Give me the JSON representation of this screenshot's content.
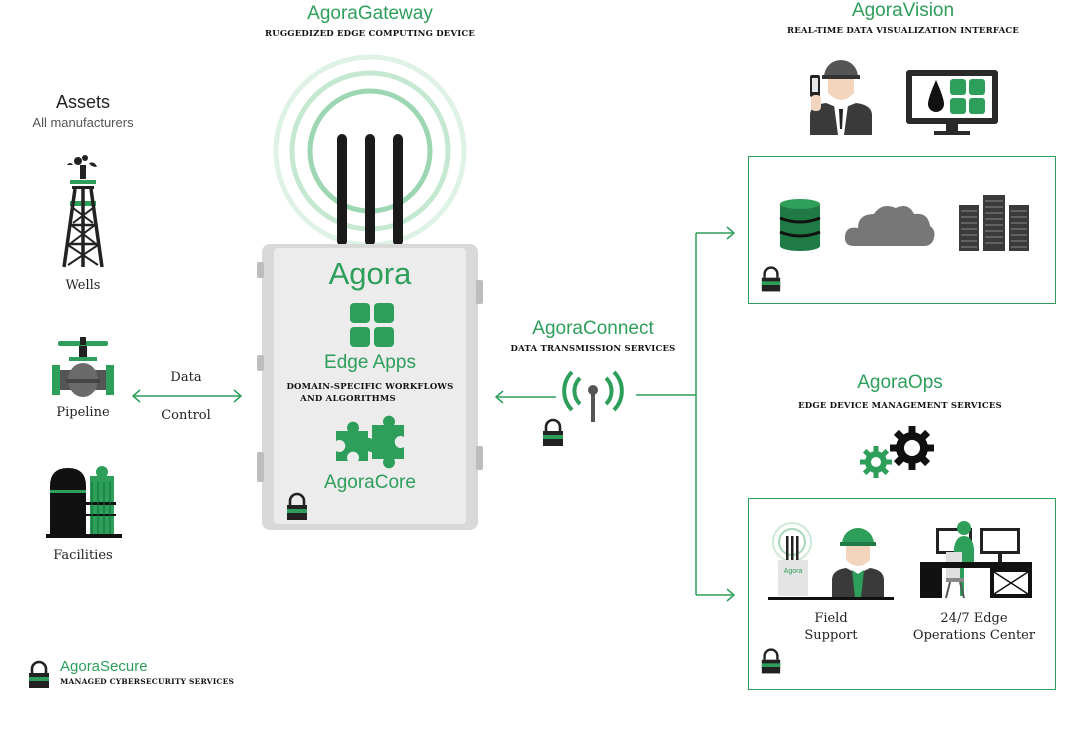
{
  "assets": {
    "title": "Assets",
    "subtitle": "All manufacturers",
    "items": [
      {
        "label": "Wells",
        "icon": "oil-derrick-icon"
      },
      {
        "label": "Pipeline",
        "icon": "pipeline-valve-icon"
      },
      {
        "label": "Facilities",
        "icon": "facility-tanks-icon"
      }
    ]
  },
  "flow": {
    "data_label": "Data",
    "control_label": "Control"
  },
  "gateway": {
    "title": "AgoraGateway",
    "subtitle": "RUGGEDIZED EDGE COMPUTING DEVICE",
    "brand": "Agora",
    "edge_apps": "Edge Apps",
    "edge_apps_desc_line1": "DOMAIN-SPECIFIC WORKFLOWS",
    "edge_apps_desc_line2": "AND ALGORITHMS",
    "core": "AgoraCore"
  },
  "connect": {
    "title": "AgoraConnect",
    "subtitle": "DATA TRANSMISSION SERVICES"
  },
  "vision": {
    "title": "AgoraVision",
    "subtitle": "REAL-TIME DATA VISUALIZATION INTERFACE"
  },
  "ops": {
    "title": "AgoraOps",
    "subtitle": "EDGE DEVICE MANAGEMENT SERVICES",
    "field_line1": "Field",
    "field_line2": "Support",
    "center_line1": "24/7 Edge",
    "center_line2": "Operations Center",
    "mini_brand": "Agora"
  },
  "secure": {
    "title": "AgoraSecure",
    "subtitle": "MANAGED CYBERSECURITY SERVICES"
  },
  "colors": {
    "accent": "#2e9e5b",
    "dark": "#222222",
    "gray": "#8a8a8a",
    "light_gray": "#e9e9e9"
  }
}
